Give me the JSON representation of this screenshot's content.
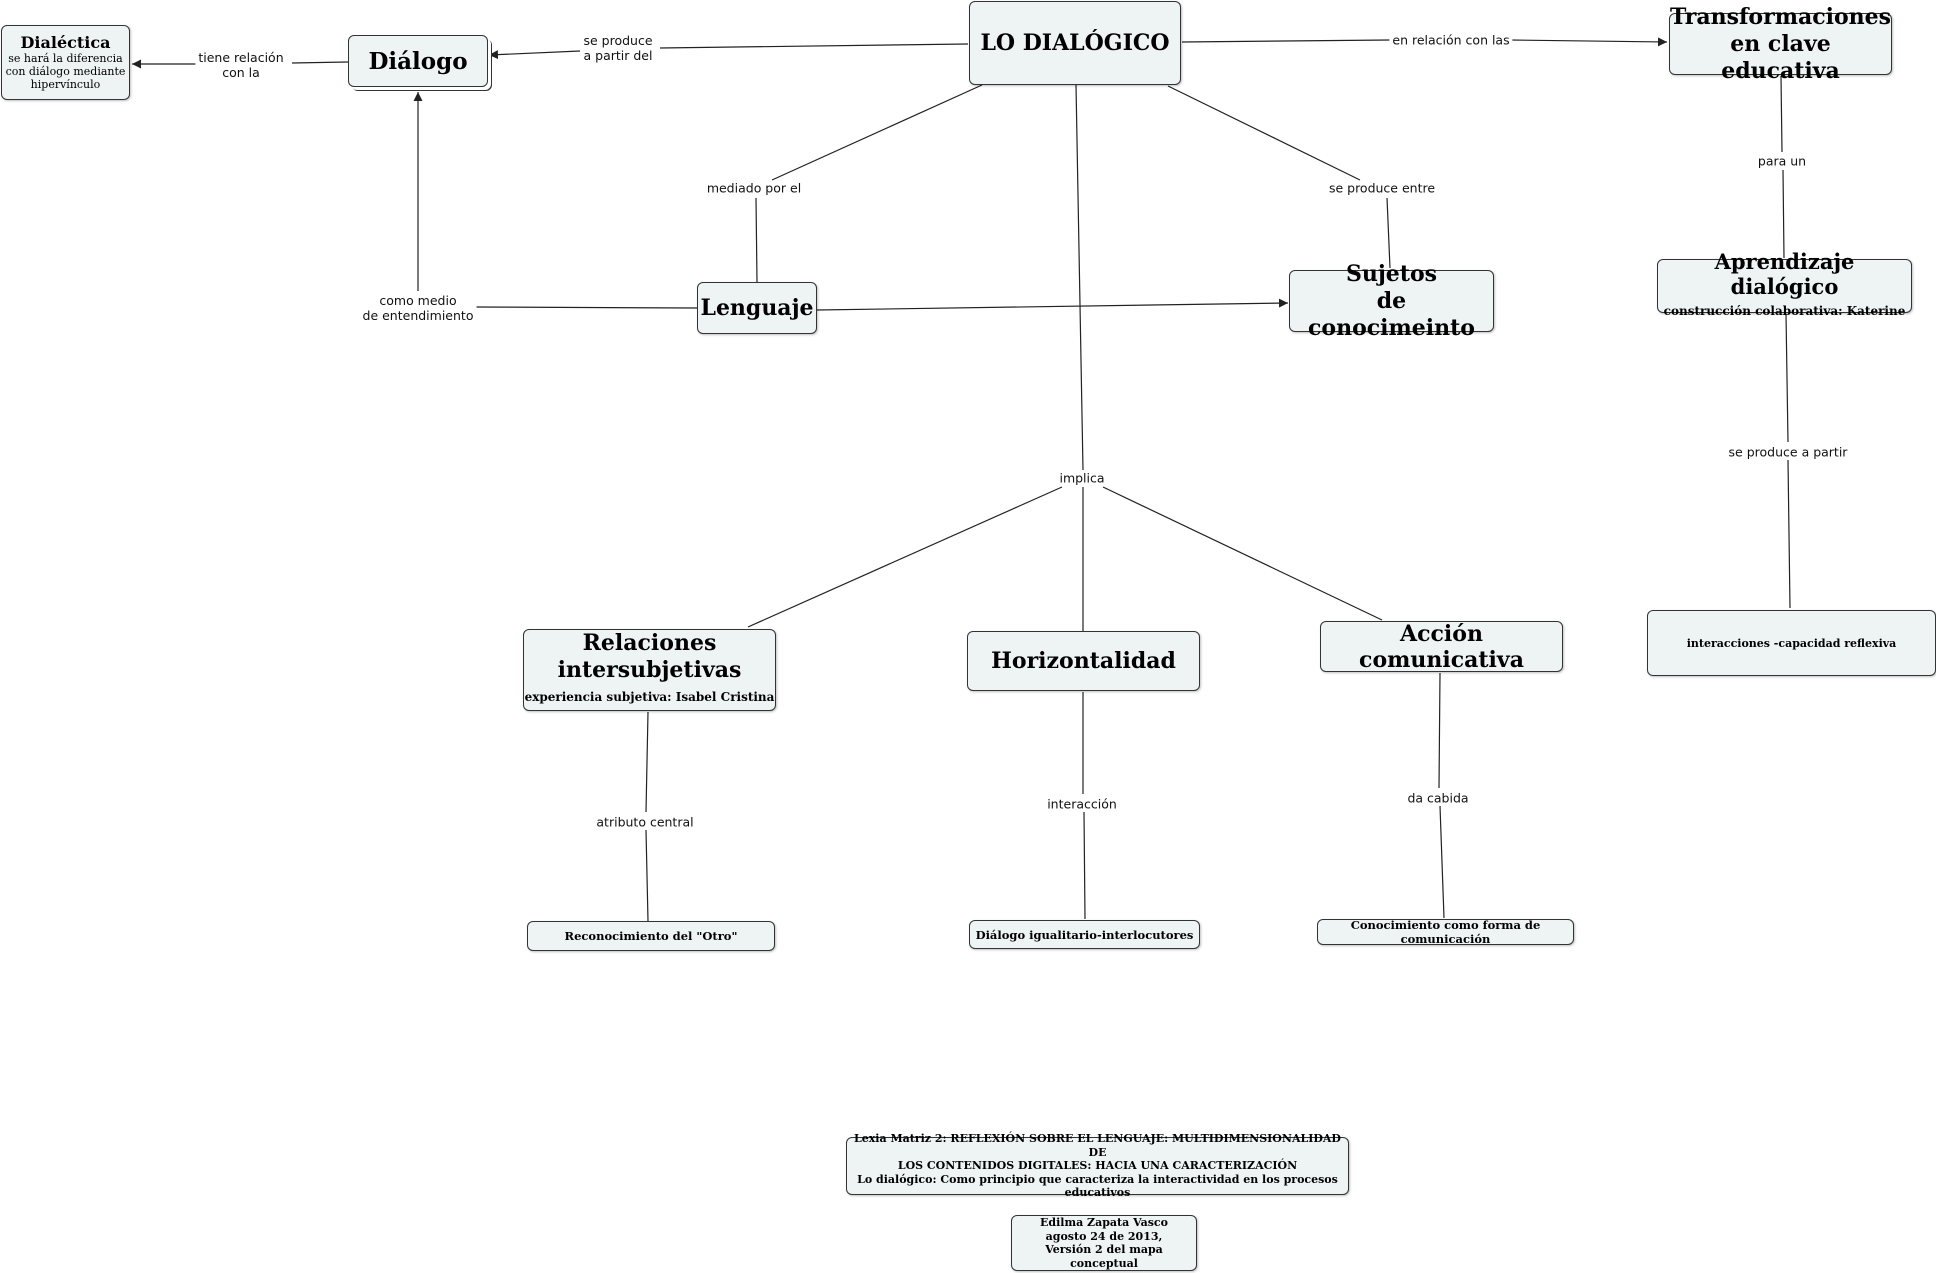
{
  "nodes": {
    "dialogico": {
      "title": "LO DIALÓGICO"
    },
    "dialogo": {
      "title": "Diálogo"
    },
    "dialectica": {
      "title": "Dialéctica",
      "sub": "se hará la diferencia\ncon diálogo mediante\nhipervínculo"
    },
    "transformaciones": {
      "title": "Transformaciones\nen clave educativa"
    },
    "lenguaje": {
      "title": "Lenguaje"
    },
    "sujetos": {
      "title": "Sujetos\nde conocimeinto"
    },
    "aprendizaje": {
      "title": "Aprendizaje dialógico",
      "sub": "construcción colaborativa: Katerine"
    },
    "interacciones": {
      "title": "interacciones -capacidad reflexiva"
    },
    "relaciones": {
      "title": "Relaciones\nintersubjetivas",
      "sub": "experiencia subjetiva: Isabel Cristina"
    },
    "horizontalidad": {
      "title": "Horizontalidad"
    },
    "accion": {
      "title": "Acción comunicativa"
    },
    "reconocimiento": {
      "title": "Reconocimiento del \"Otro\""
    },
    "igualitario": {
      "title": "Diálogo igualitario-interlocutores"
    },
    "conocimiento": {
      "title": "Conocimiento como forma de comunicación"
    },
    "lexia": {
      "title": "Lexia Matriz 2: REFLEXIÓN SOBRE EL LENGUAJE: MULTIDIMENSIONALIDAD DE\nLOS CONTENIDOS DIGITALES: HACIA UNA CARACTERIZACIÓN\nLo dialógico: Como principio que caracteriza la interactividad en los procesos educativos"
    },
    "autor": {
      "title": "Edilma Zapata Vasco\nagosto 24 de 2013,\nVersión 2 del mapa conceptual"
    }
  },
  "links": {
    "se_produce_partir": "se produce\na partir del",
    "tiene_relacion": "tiene relación\ncon la",
    "en_relacion": "en relación con las",
    "mediado": "mediado por el",
    "se_produce_entre": "se produce entre",
    "como_medio": "como medio\nde entendimiento",
    "para_un": "para un",
    "se_produce_a_partir": "se produce a partir",
    "implica": "implica",
    "atributo": "atributo central",
    "interaccion": "interacción",
    "da_cabida": "da cabida"
  },
  "colors": {
    "node_fill": "#eef3f3",
    "node_border": "#333333",
    "line": "#222222"
  }
}
